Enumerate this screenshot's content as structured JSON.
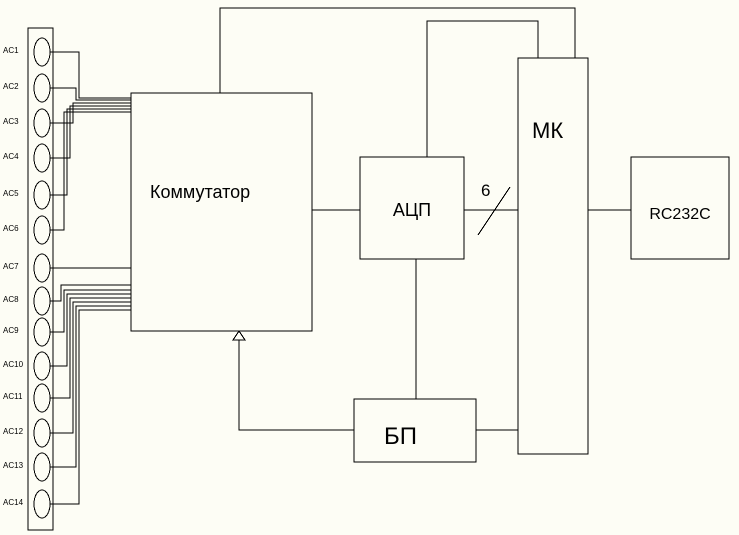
{
  "blocks": {
    "commutator": "Коммутатор",
    "adc": "АЦП",
    "mc": "МК",
    "serial": "RC232C",
    "psu": "БП"
  },
  "bus_width": "6",
  "sensors": [
    "AC1",
    "AC2",
    "AC3",
    "AC4",
    "AC5",
    "AC6",
    "AC7",
    "AC8",
    "AC9",
    "AC10",
    "AC11",
    "AC12",
    "AC13",
    "AC14"
  ]
}
